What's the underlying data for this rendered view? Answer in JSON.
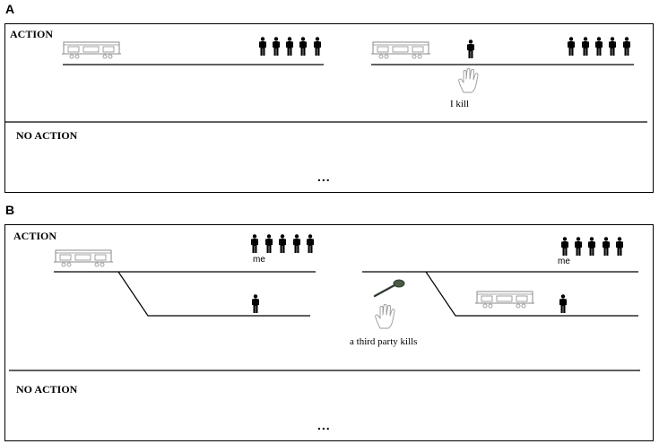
{
  "panel_a": {
    "letter": "A",
    "action_label": "ACTION",
    "no_action_label": "NO ACTION",
    "hand_caption": "I kill",
    "ellipsis": "..."
  },
  "panel_b": {
    "letter": "B",
    "action_label": "ACTION",
    "no_action_label": "NO ACTION",
    "me_label_left": "me",
    "me_label_right": "me",
    "hand_caption": "a third party kills",
    "ellipsis": "..."
  },
  "colors": {
    "ink": "#000000",
    "train_stroke": "#8a8a8a",
    "hand_stroke": "#9a9a9a",
    "remote_color": "#2f3a2f"
  },
  "icons": [
    "train-car-icon",
    "person-icon",
    "hand-icon",
    "remote-switch-icon"
  ]
}
